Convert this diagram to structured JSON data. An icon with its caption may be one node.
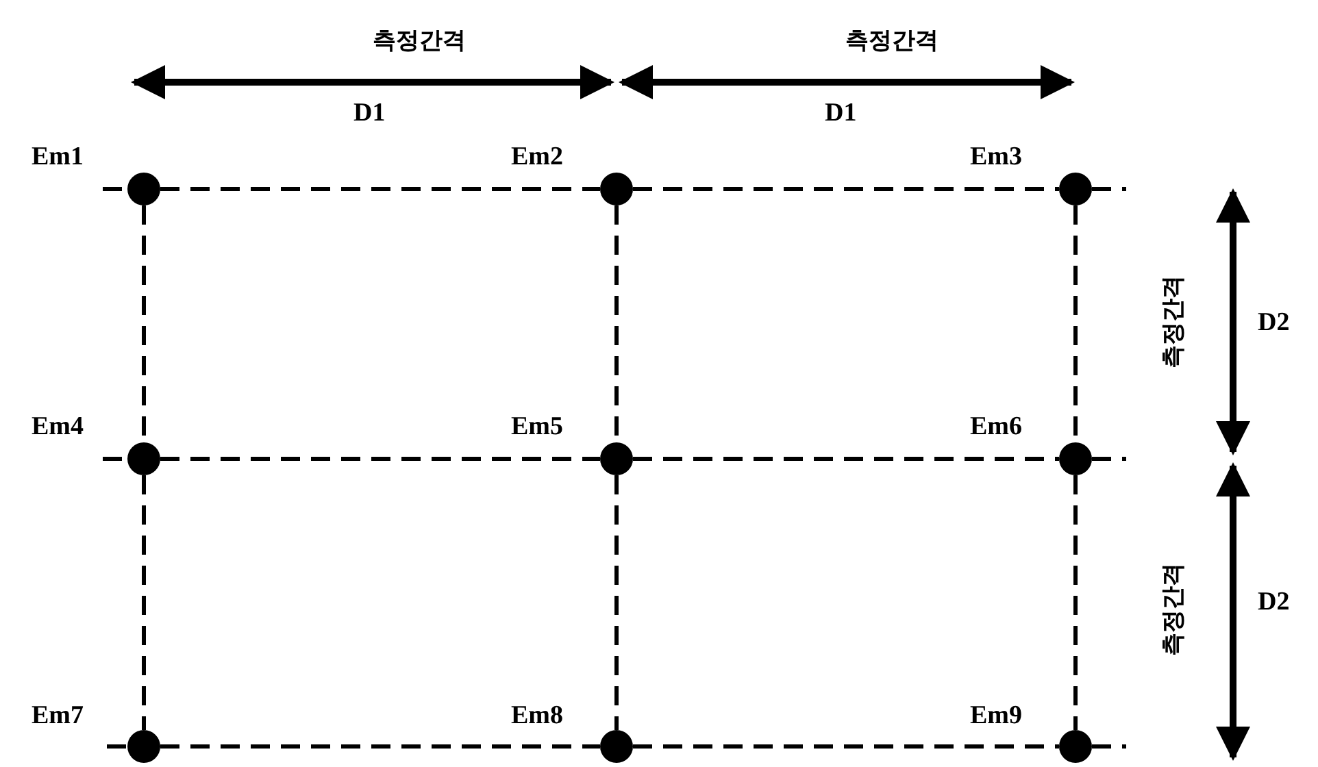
{
  "diagram": {
    "nodes": [
      {
        "text": [],
        "shape": "circle",
        "beside": [
          "Em1"
        ]
      },
      {
        "text": [],
        "shape": "circle",
        "beside": [
          "Em2"
        ]
      },
      {
        "text": [],
        "shape": "circle",
        "beside": [
          "Em3"
        ]
      },
      {
        "text": [],
        "shape": "circle",
        "beside": [
          "Em4"
        ]
      },
      {
        "text": [],
        "shape": "circle",
        "beside": [
          "Em5"
        ]
      },
      {
        "text": [],
        "shape": "circle",
        "beside": [
          "Em6"
        ]
      },
      {
        "text": [],
        "shape": "circle",
        "beside": [
          "Em7"
        ]
      },
      {
        "text": [],
        "shape": "circle",
        "beside": [
          "Em8"
        ]
      },
      {
        "text": [],
        "shape": "circle",
        "beside": [
          "Em9"
        ]
      }
    ],
    "edges": [
      {
        "from": 0,
        "to": 1,
        "arrow": "none",
        "style": "dashed"
      },
      {
        "from": 1,
        "to": 2,
        "arrow": "none",
        "style": "dashed"
      },
      {
        "from": 0,
        "to": 3,
        "arrow": "none",
        "style": "dashed"
      },
      {
        "from": 1,
        "to": 4,
        "arrow": "none",
        "style": "dashed"
      },
      {
        "from": 2,
        "to": 5,
        "arrow": "none",
        "style": "dashed"
      },
      {
        "from": 3,
        "to": 4,
        "arrow": "none",
        "style": "dashed"
      },
      {
        "from": 4,
        "to": 5,
        "arrow": "none",
        "style": "dashed"
      },
      {
        "from": 3,
        "to": 6,
        "arrow": "none",
        "style": "dashed"
      },
      {
        "from": 4,
        "to": 7,
        "arrow": "none",
        "style": "dashed"
      },
      {
        "from": 5,
        "to": 8,
        "arrow": "none",
        "style": "dashed"
      },
      {
        "from": 6,
        "to": 7,
        "arrow": "none",
        "style": "dashed"
      },
      {
        "from": 7,
        "to": 8,
        "arrow": "none",
        "style": "dashed"
      }
    ],
    "labels": [
      "측정간격",
      "측정간격",
      "D1",
      "D1",
      "측정간격",
      "D2",
      "측정간격",
      "D2"
    ]
  }
}
